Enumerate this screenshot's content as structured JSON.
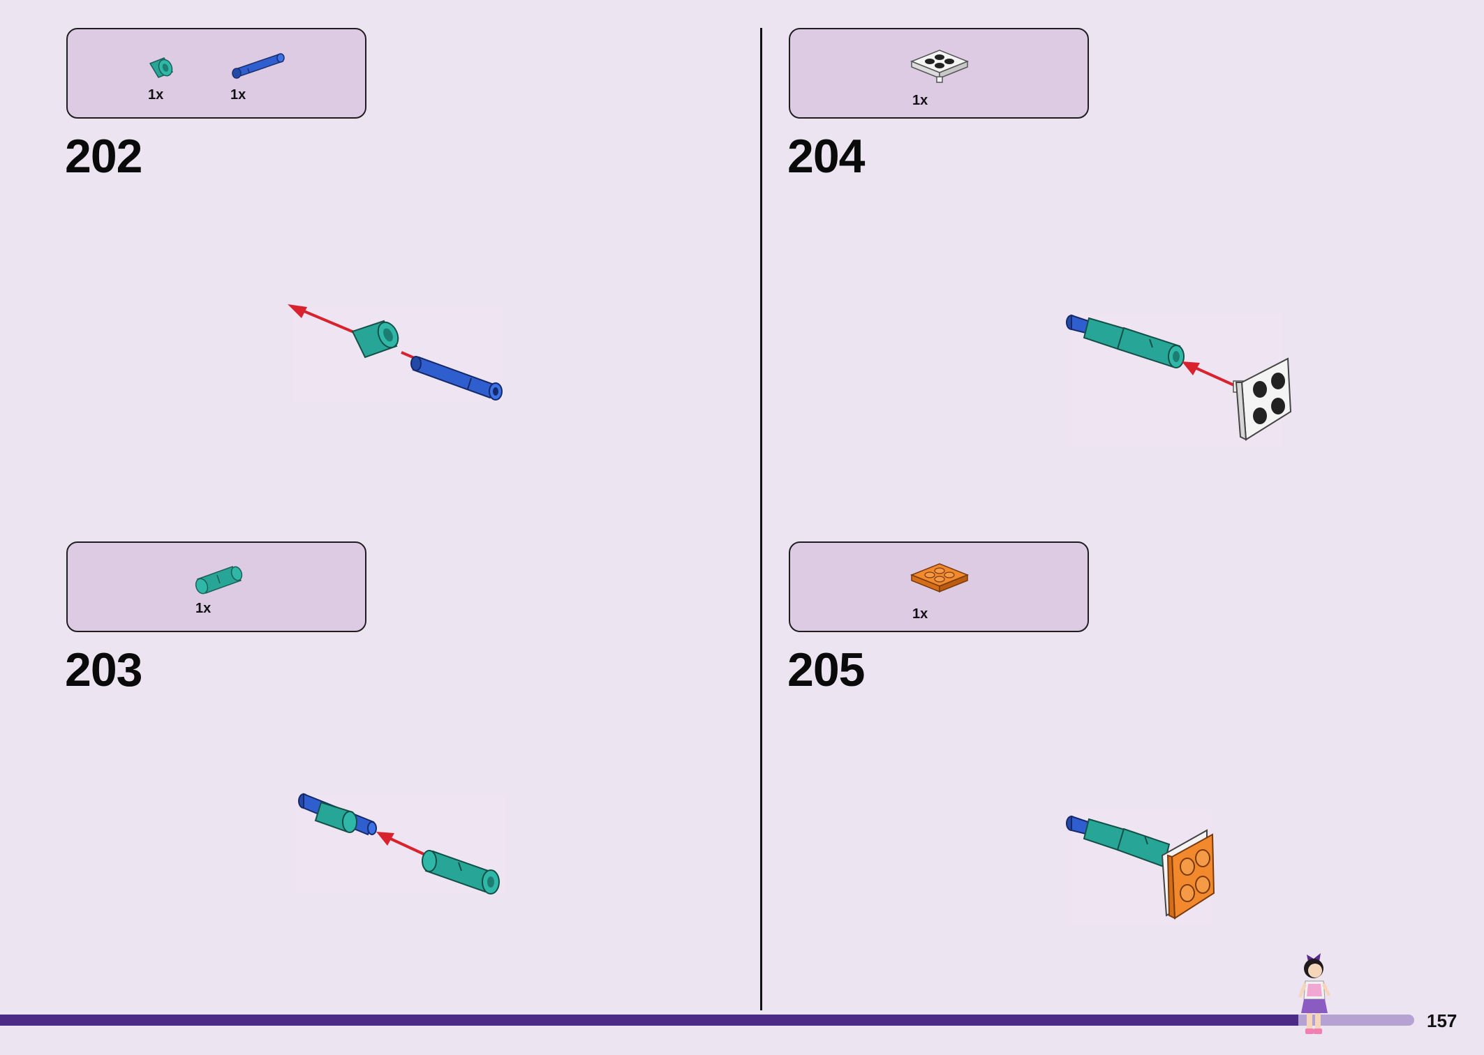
{
  "steps": [
    {
      "number": "202",
      "parts": [
        {
          "name": "teal bush",
          "qty": "1x"
        },
        {
          "name": "blue axle pin",
          "qty": "1x"
        }
      ]
    },
    {
      "number": "203",
      "parts": [
        {
          "name": "teal bush",
          "qty": "1x"
        }
      ]
    },
    {
      "number": "204",
      "parts": [
        {
          "name": "white plate 2x2 with pin",
          "qty": "1x"
        }
      ]
    },
    {
      "number": "205",
      "parts": [
        {
          "name": "orange plate 2x2",
          "qty": "1x"
        }
      ]
    }
  ],
  "footer": {
    "page_number": "157"
  },
  "colors": {
    "background": "#ece4f1",
    "parts_box": "#dccbe3",
    "footer_bar": "#4d2a86",
    "footer_bar_light": "#b6a2d2",
    "arrow": "#d8232f",
    "teal": "#27a596",
    "blue": "#2f5fcf",
    "orange": "#f28a2d",
    "white_part": "#f4f4f4"
  }
}
